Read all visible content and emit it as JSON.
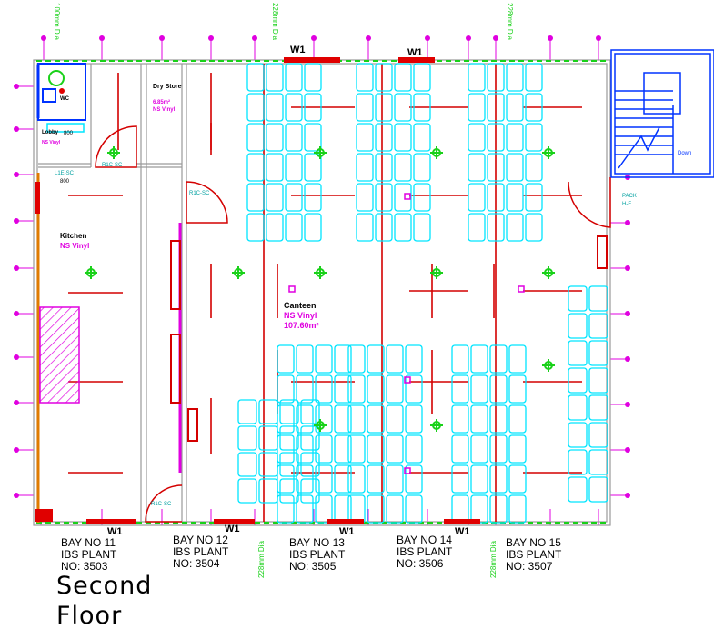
{
  "colors": {
    "wall": "#9a9a9a",
    "column_line": "#d40000",
    "furniture": "#00e5ff",
    "marker": "#e000e0",
    "light": "#19d119",
    "dim": "#19d119",
    "stair": "#0033ff",
    "window": "#e00000",
    "hatch": "#e000e0",
    "orange_wall": "#e07b00",
    "text": "#000000"
  },
  "windows": {
    "top_1": "W1",
    "top_2": "W1",
    "bottom_1": "W1",
    "bottom_2": "W1",
    "bottom_3": "W1",
    "bottom_4": "W1"
  },
  "dimensions": {
    "top_left": "100mm Dia",
    "top_mid": "228mm Dia",
    "top_right": "228mm Dia",
    "bottom_mid": "228mm Dia",
    "bottom_right": "228mm Dia"
  },
  "rooms": {
    "wc": "WC",
    "lobby": "Lobby",
    "lobby_finish": "NS Vinyl",
    "lobby_width": "800",
    "lobby_door": "L1E-SC",
    "lobby_door_width": "800",
    "dry_store": "Dry Store",
    "dry_store_area": "6.85m²",
    "dry_store_finish": "NS Vinyl",
    "kitchen": "Kitchen",
    "kitchen_finish": "NS Vinyl",
    "canteen": "Canteen",
    "canteen_finish": "NS Vinyl",
    "canteen_area": "107.60m²",
    "door_tag_1": "R1C-SC",
    "door_tag_2": "R1C-SC",
    "door_tag_3": "R1C-SC",
    "stair_down": "Down",
    "pack_1": "PACK",
    "pack_2": "H-F"
  },
  "bays": [
    {
      "bay": "BAY NO 11",
      "plant": "IBS PLANT",
      "no": "NO: 3503"
    },
    {
      "bay": "BAY NO 12",
      "plant": "IBS PLANT",
      "no": "NO: 3504"
    },
    {
      "bay": "BAY NO 13",
      "plant": "IBS PLANT",
      "no": "NO: 3505"
    },
    {
      "bay": "BAY NO 14",
      "plant": "IBS PLANT",
      "no": "NO: 3506"
    },
    {
      "bay": "BAY NO 15",
      "plant": "IBS PLANT",
      "no": "NO: 3507"
    }
  ],
  "floor_title": {
    "line1": "Second",
    "line2": "Floor"
  }
}
